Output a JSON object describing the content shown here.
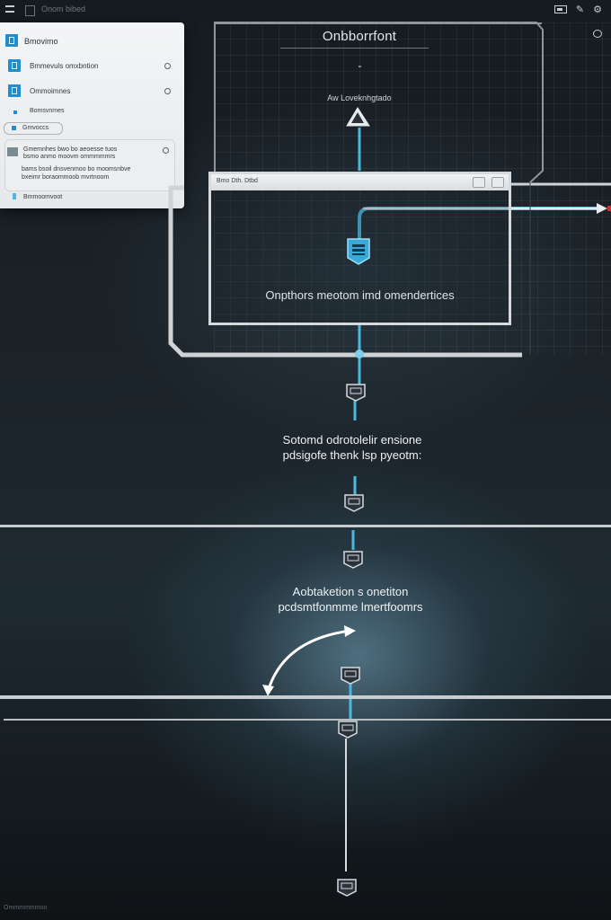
{
  "topbar": {
    "title": "Onom bibed"
  },
  "panel": {
    "header": "Bmovimo",
    "items": [
      {
        "label": "Bmmevuls omxbntion"
      },
      {
        "label": "Ommoimnes"
      },
      {
        "label": "Bomsvnmes"
      },
      {
        "label": "Gmvoccs"
      }
    ],
    "card_line_1": "Gmemnhes bwo bo aeoesse tuos",
    "card_line_2": "bsmo anmo moovm ommmmmrs",
    "card_line_3": "bams bsoil dnsvenmoo bo moomsnbve",
    "card_line_4": "bxeimr boraommoob mvrtnoom",
    "footer": "Bmmoomvoot"
  },
  "diagram": {
    "title": "Onbborrfont",
    "node_label": "Aw Loveknhgtado",
    "window_title": "Bmo Dth. Dtbd",
    "window_caption": "Onpthors meotom imd omendertices",
    "caption_1_line_1": "Sotomd odrotolelir ensione",
    "caption_1_line_2": "pdsigofe thenk lsp pyeotm:",
    "caption_2_line_1": "Aobtaketion s onetiton",
    "caption_2_line_2": "pcdsmtfonmme lmertfoomrs"
  },
  "footer": {
    "text": "Ommmmmmoo"
  },
  "colors": {
    "accent": "#4cb8e0",
    "panel_icon": "#1e8ed1",
    "arrow_tip": "#c0392b",
    "line": "#c7ccd0"
  }
}
